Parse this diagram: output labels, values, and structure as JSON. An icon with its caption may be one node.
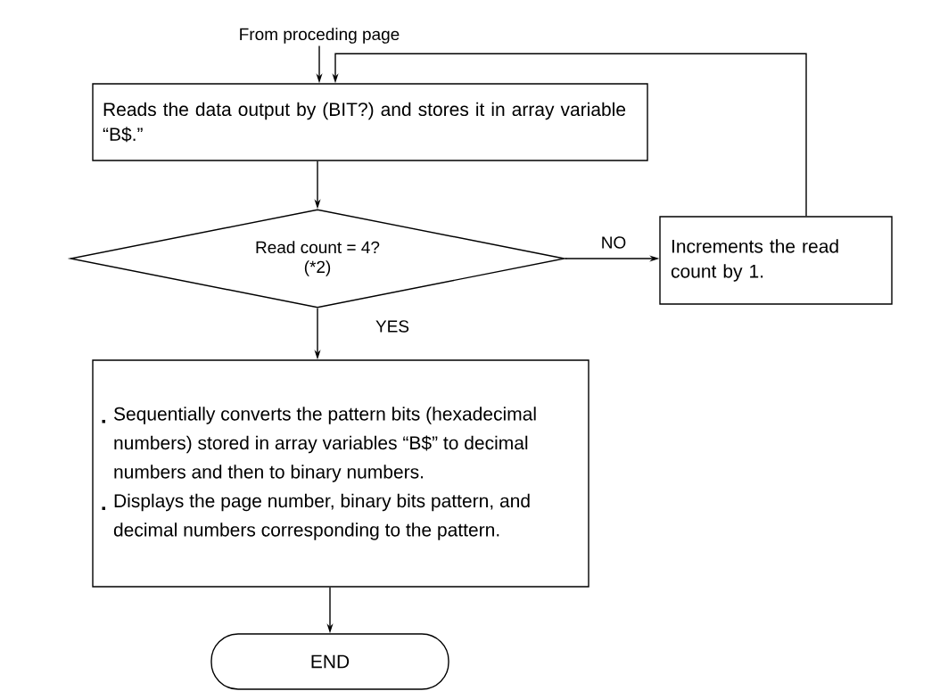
{
  "diagram": {
    "nodes": [
      {
        "text": [
          "From proceding page"
        ]
      },
      {
        "text": [
          "Reads the data output by (BIT?) and stores it in array variable “B$.”"
        ]
      },
      {
        "text": [
          "Read count = 4?",
          "(*2)"
        ]
      },
      {
        "text": [
          "Increments the read count by 1."
        ]
      },
      {
        "text": [
          "Sequentially converts the pattern bits (hexadecimal numbers) stored in array variables “B$” to decimal numbers and then to binary numbers.",
          "Displays the page number, binary bits pattern, and decimal numbers corresponding to the pattern."
        ]
      },
      {
        "text": [
          "END"
        ]
      }
    ],
    "edges": [
      {
        "from": 0,
        "to": 1,
        "arrow": "to"
      },
      {
        "from": 1,
        "to": 2,
        "arrow": "to"
      },
      {
        "from": 2,
        "to": 3,
        "arrow": "to",
        "label": "NO"
      },
      {
        "from": 3,
        "to": 1,
        "arrow": "to"
      },
      {
        "from": 2,
        "to": 4,
        "arrow": "to",
        "label": "YES"
      },
      {
        "from": 4,
        "to": 5,
        "arrow": "to"
      }
    ]
  }
}
